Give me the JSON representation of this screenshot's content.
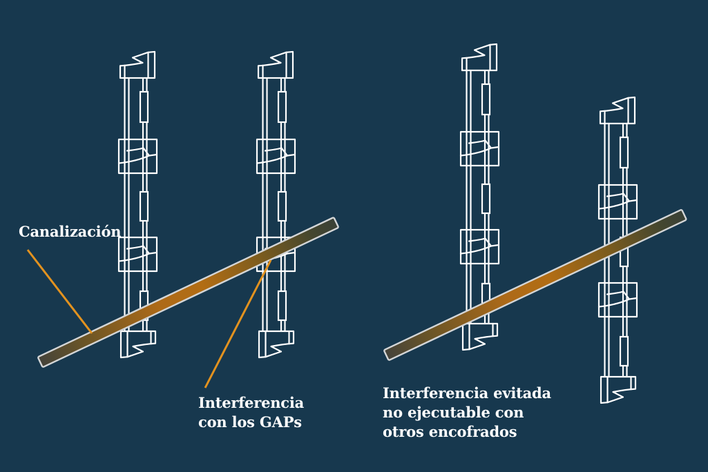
{
  "labels": {
    "canalizacion": "Canalización",
    "interferencia_gaps": "Interferencia\ncon los GAPs",
    "interferencia_evitada": "Interferencia evitada\nno ejecutable con\notros encofrados"
  },
  "colors": {
    "background": "#17384E",
    "formwork_outline": "#FFFFFF",
    "leader_line_orange": "#E2921F",
    "pipe_copper_mid": "#B26D14",
    "pipe_dark_end": "#45433A",
    "pipe_outline": "#D4D6D7",
    "text": "#FFFFFF"
  },
  "diagram": {
    "left_scene": {
      "formwork_rails": 2,
      "pipe": "diagonal conduit crossing both rails at a GAP clamp",
      "labels": [
        "Canalización",
        "Interferencia con los GAPs"
      ]
    },
    "right_scene": {
      "formwork_rails": 2,
      "pipe": "diagonal conduit passing through staggered rails",
      "labels": [
        "Interferencia evitada no ejecutable con otros encofrados"
      ]
    }
  }
}
